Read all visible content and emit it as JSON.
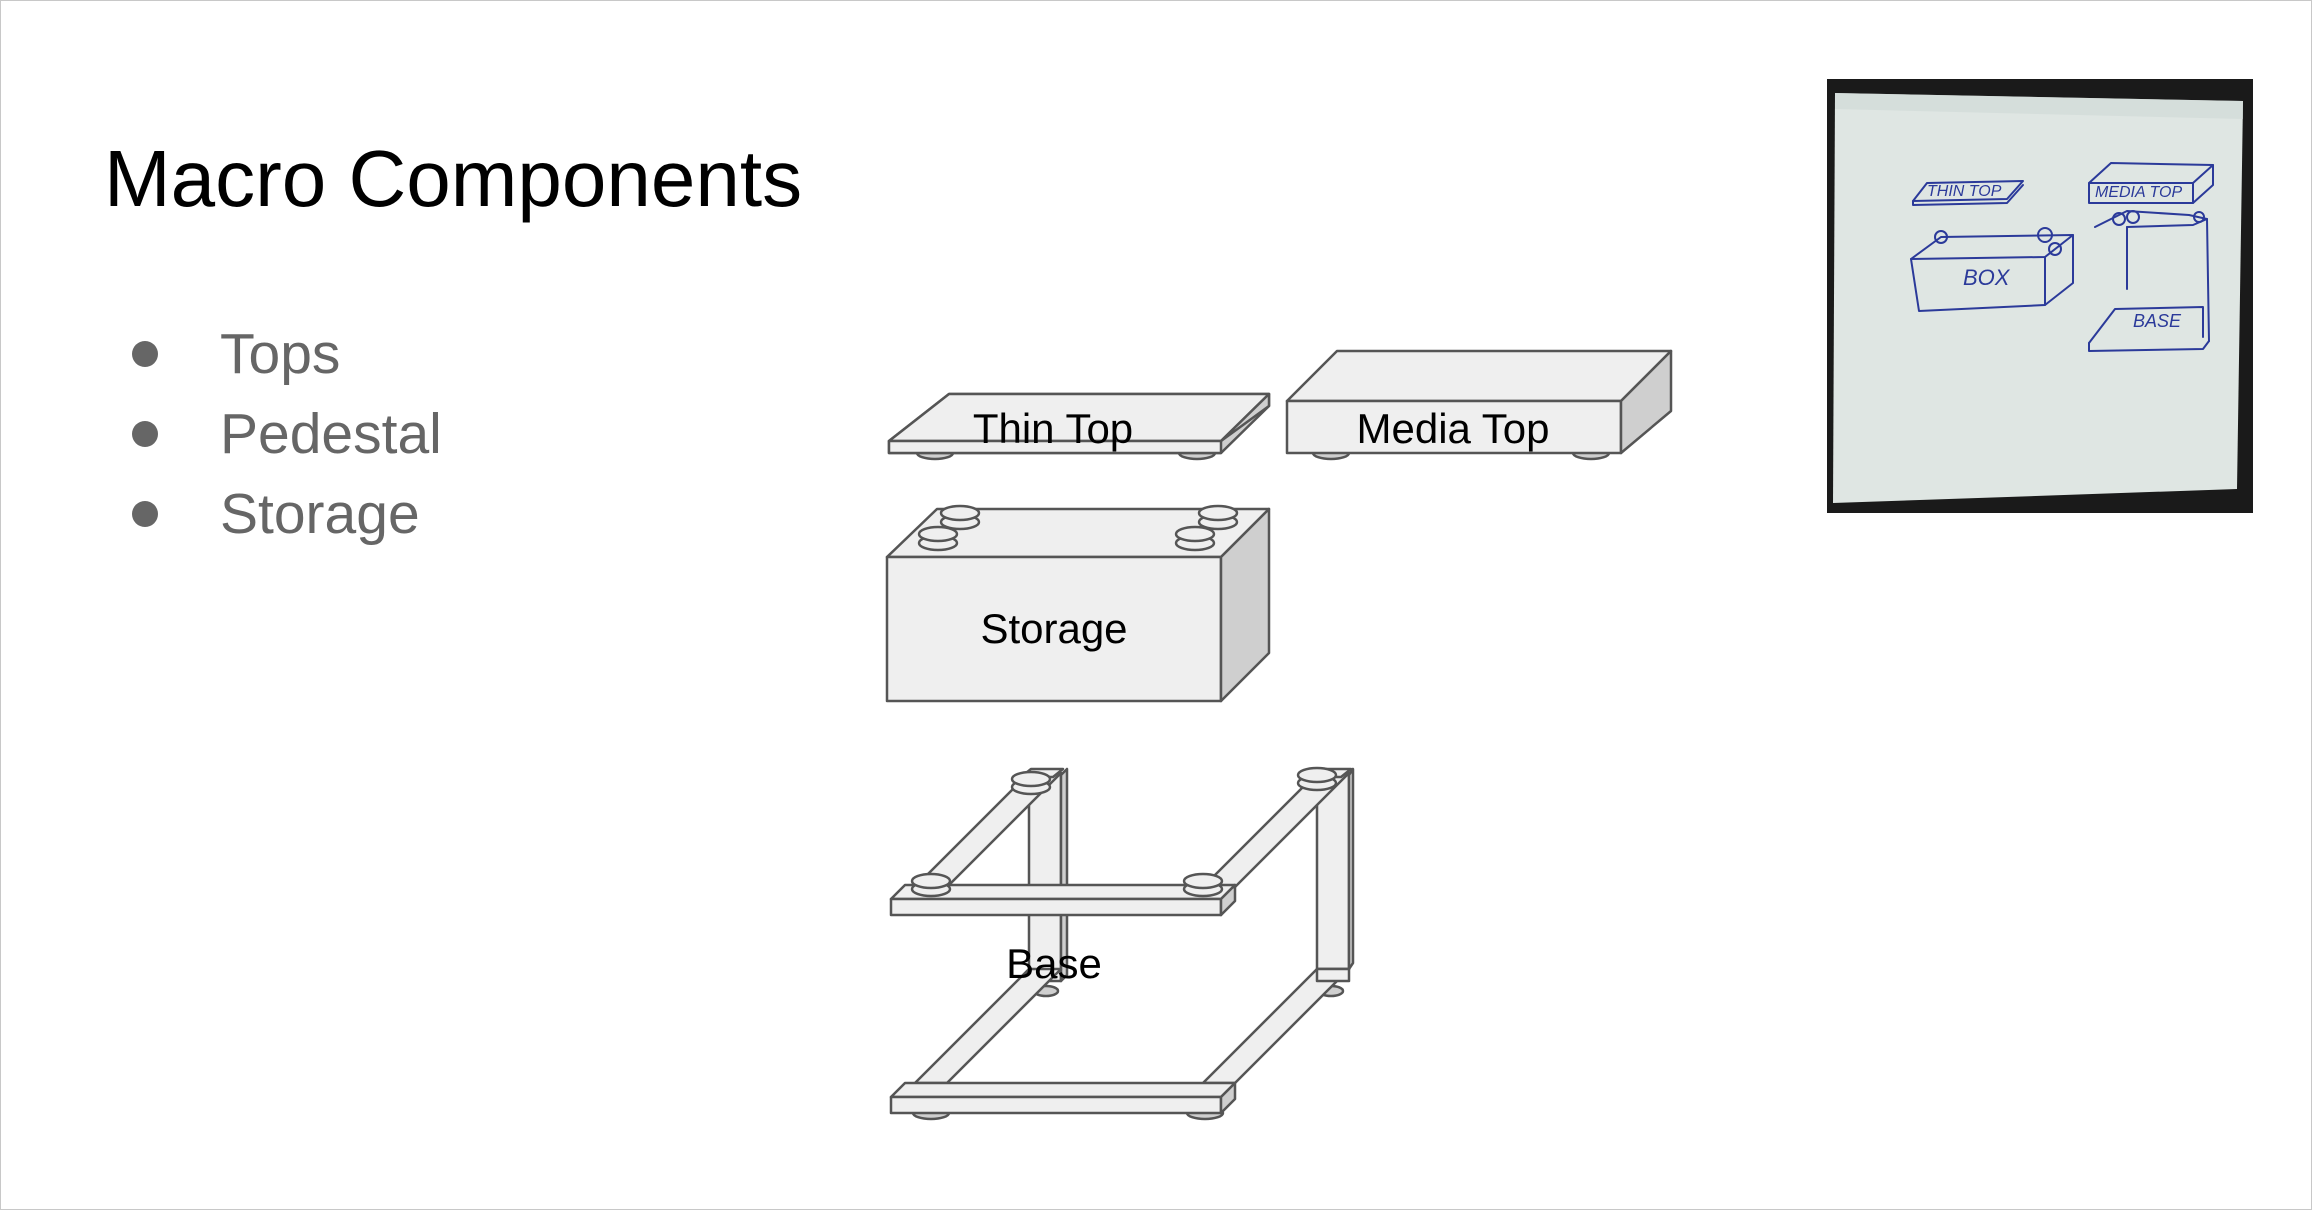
{
  "slide": {
    "title": "Macro Components",
    "bullets": [
      "Tops",
      "Pedestal",
      "Storage"
    ]
  },
  "diagram": {
    "labels": {
      "thin_top": "Thin Top",
      "media_top": "Media Top",
      "storage": "Storage",
      "base": "Base"
    },
    "colors": {
      "face": "#efefef",
      "side": "#cfcfcf",
      "stroke": "#555555"
    }
  },
  "sketch": {
    "labels": [
      "THIN TOP",
      "MEDIA TOP",
      "BOX",
      "BASE"
    ],
    "paper_color": "#dfe6e3",
    "ink_color": "#2b3a9a",
    "frame_color": "#1a1a1a"
  }
}
